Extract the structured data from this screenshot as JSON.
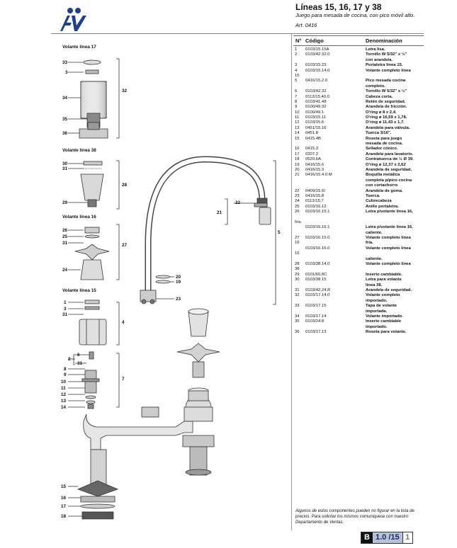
{
  "brand": {
    "logo_text": "fv"
  },
  "header": {
    "title": "Líneas 15, 16, 17 y 38",
    "subtitle": "Juego para mesada de cocina, con pico móvil alto.",
    "article": "Art. 0416"
  },
  "table": {
    "col_num": "N°",
    "col_code": "Código",
    "col_desc": "Denominación",
    "rows": [
      {
        "n": "1",
        "code": "0103/15.15A",
        "desc": "Letra lisa."
      },
      {
        "n": "2",
        "code": "0103/42.32.0",
        "desc": "Tornillo W 5/32\" x ½\""
      },
      {
        "n": "",
        "code": "",
        "desc": "con arandela."
      },
      {
        "n": "3",
        "code": "0103/15.23",
        "desc": "Portaletra línea 15."
      },
      {
        "n": "4",
        "code": "0103/15.14.0",
        "desc": "Volante completo línea"
      },
      {
        "n": "15",
        "code": "",
        "desc": ""
      },
      {
        "n": "5",
        "code": "0416/15.2.0",
        "desc": "Pico mesada cocina"
      },
      {
        "n": "",
        "code": "",
        "desc": "completo."
      },
      {
        "n": "6",
        "code": "0103/42.32",
        "desc": "Tornillo W 5/32\" x ½\""
      },
      {
        "n": "7",
        "code": "0112/15.40.0",
        "desc": "Cabeza corta."
      },
      {
        "n": "8",
        "code": "0103/41.48",
        "desc": "Retén de seguridad."
      },
      {
        "n": "9",
        "code": "0100/49.32",
        "desc": "Arandela de fricción."
      },
      {
        "n": "10",
        "code": "0100/49.1",
        "desc": "O'ring ø 8 x 2,4."
      },
      {
        "n": "11",
        "code": "0103/15.11",
        "desc": "O'ring ø 16,59 x 1,78."
      },
      {
        "n": "12",
        "code": "0103/15.6",
        "desc": "O'ring ø 11,43 x 1,7."
      },
      {
        "n": "13",
        "code": "0451/15.16",
        "desc": "Arandela para válvula."
      },
      {
        "n": "14",
        "code": "0451.8",
        "desc": "Tuerca 3/16\"."
      },
      {
        "n": "15",
        "code": "0415.4B",
        "desc": "Roseta para juego"
      },
      {
        "n": "",
        "code": "",
        "desc": "mesada de cocina."
      },
      {
        "n": "16",
        "code": "0415.3",
        "desc": "Sellador cónico."
      },
      {
        "n": "17",
        "code": "0207.2",
        "desc": "Arandela para lavatorio."
      },
      {
        "n": "18",
        "code": "0520.6A",
        "desc": "Contratuerca de ½ Ø 39."
      },
      {
        "n": "19",
        "code": "0416/15.6",
        "desc": "O'ring ø 12,37 x 2,62"
      },
      {
        "n": "20",
        "code": "0416/15.3",
        "desc": "Arandela de seguridad."
      },
      {
        "n": "21",
        "code": "0416/15.4.0.M",
        "desc": "Boquilla metálica"
      },
      {
        "n": "",
        "code": "",
        "desc": "completa p/pico cocina"
      },
      {
        "n": "",
        "code": "",
        "desc": "con cortachorro"
      },
      {
        "n": "22",
        "code": "0409/15.6I",
        "desc": "Arandela de goma."
      },
      {
        "n": "23",
        "code": "0416/15.8",
        "desc": "Tuerca."
      },
      {
        "n": "24",
        "code": "0112/15.7",
        "desc": "Cubrecabeza"
      },
      {
        "n": "25",
        "code": "0103/16.12",
        "desc": "Anillo portaletra."
      },
      {
        "n": "26",
        "code": "0103/16.15.1",
        "desc": "Letra p/volante línea 16,"
      },
      {
        "n": "",
        "code": "",
        "desc": ""
      },
      {
        "n": "fría.",
        "code": "",
        "desc": ""
      },
      {
        "n": "",
        "code": "0103/16.16.1",
        "desc": "Letra p/volante línea 16,"
      },
      {
        "n": "",
        "code": "",
        "desc": "caliente."
      },
      {
        "n": "27",
        "code": "0103/16.15.0",
        "desc": "Volante completo línea"
      },
      {
        "n": "16",
        "code": "",
        "desc": "fría."
      },
      {
        "n": "",
        "code": "0103/16.16.0",
        "desc": "Volante completo línea"
      },
      {
        "n": "16",
        "code": "",
        "desc": ""
      },
      {
        "n": "",
        "code": "",
        "desc": "caliente."
      },
      {
        "n": "28",
        "code": "0103/38.14.0",
        "desc": "Volante completo línea"
      },
      {
        "n": "38",
        "code": "",
        "desc": ""
      },
      {
        "n": "29",
        "code": "0101/60.8C",
        "desc": "Inserto cambiable."
      },
      {
        "n": "30",
        "code": "0103/38.15",
        "desc": "Letra para volante"
      },
      {
        "n": "",
        "code": "",
        "desc": "línea 38."
      },
      {
        "n": "31",
        "code": "0103/42.24.R",
        "desc": "Arandela de seguridad."
      },
      {
        "n": "32",
        "code": "0103/17.14.0",
        "desc": "Volante completo"
      },
      {
        "n": "",
        "code": "",
        "desc": "importado."
      },
      {
        "n": "33",
        "code": "0103/17.15",
        "desc": "Tapa de volante"
      },
      {
        "n": "",
        "code": "",
        "desc": "importada."
      },
      {
        "n": "34",
        "code": "0103/17.14",
        "desc": "Volante importado."
      },
      {
        "n": "35",
        "code": "0103/24.8",
        "desc": "Inserto cambiable"
      },
      {
        "n": "",
        "code": "",
        "desc": "importado."
      },
      {
        "n": "36",
        "code": "0103/17.13",
        "desc": "Roseta para volante."
      }
    ]
  },
  "drawing": {
    "sections": {
      "l17": "Volante línea 17",
      "l38": "Volante línea 38",
      "l16": "Volante línea 16",
      "l15": "Volante línea 15"
    },
    "callouts": {
      "c33": "33",
      "c3a": "3",
      "c34": "34",
      "c35": "35",
      "c36": "36",
      "c32": "32",
      "c30": "30",
      "c31a": "31",
      "c29": "29",
      "c28": "28",
      "c26": "26",
      "c25": "25",
      "c31b": "31",
      "c24": "24",
      "c27": "27",
      "c1": "1",
      "c3b": "3",
      "c31c": "31",
      "c4": "4",
      "c2": "2",
      "c6": "6",
      "c31d": "31",
      "c8": "8",
      "c9": "9",
      "c10": "10",
      "c11": "11",
      "c12": "12",
      "c13": "13",
      "c14": "14",
      "c7": "7",
      "c22": "22",
      "c21": "21",
      "c5": "5",
      "c20": "20",
      "c19": "19",
      "c23": "23",
      "c15": "15",
      "c16": "16",
      "c17": "17",
      "c18": "18"
    }
  },
  "footnote": "Algunos de estos componentes pueden no figurar en la lista de precios. Para solicitar los mismos comuniquese con nuestro Departamento de Ventas.",
  "page": {
    "letter": "B",
    "code": "1.0 /15",
    "number": "1"
  },
  "colors": {
    "brand_blue": "#1f3f8f",
    "tag_blue": "#b8c2d6",
    "line_gray": "#9a9a9a"
  }
}
